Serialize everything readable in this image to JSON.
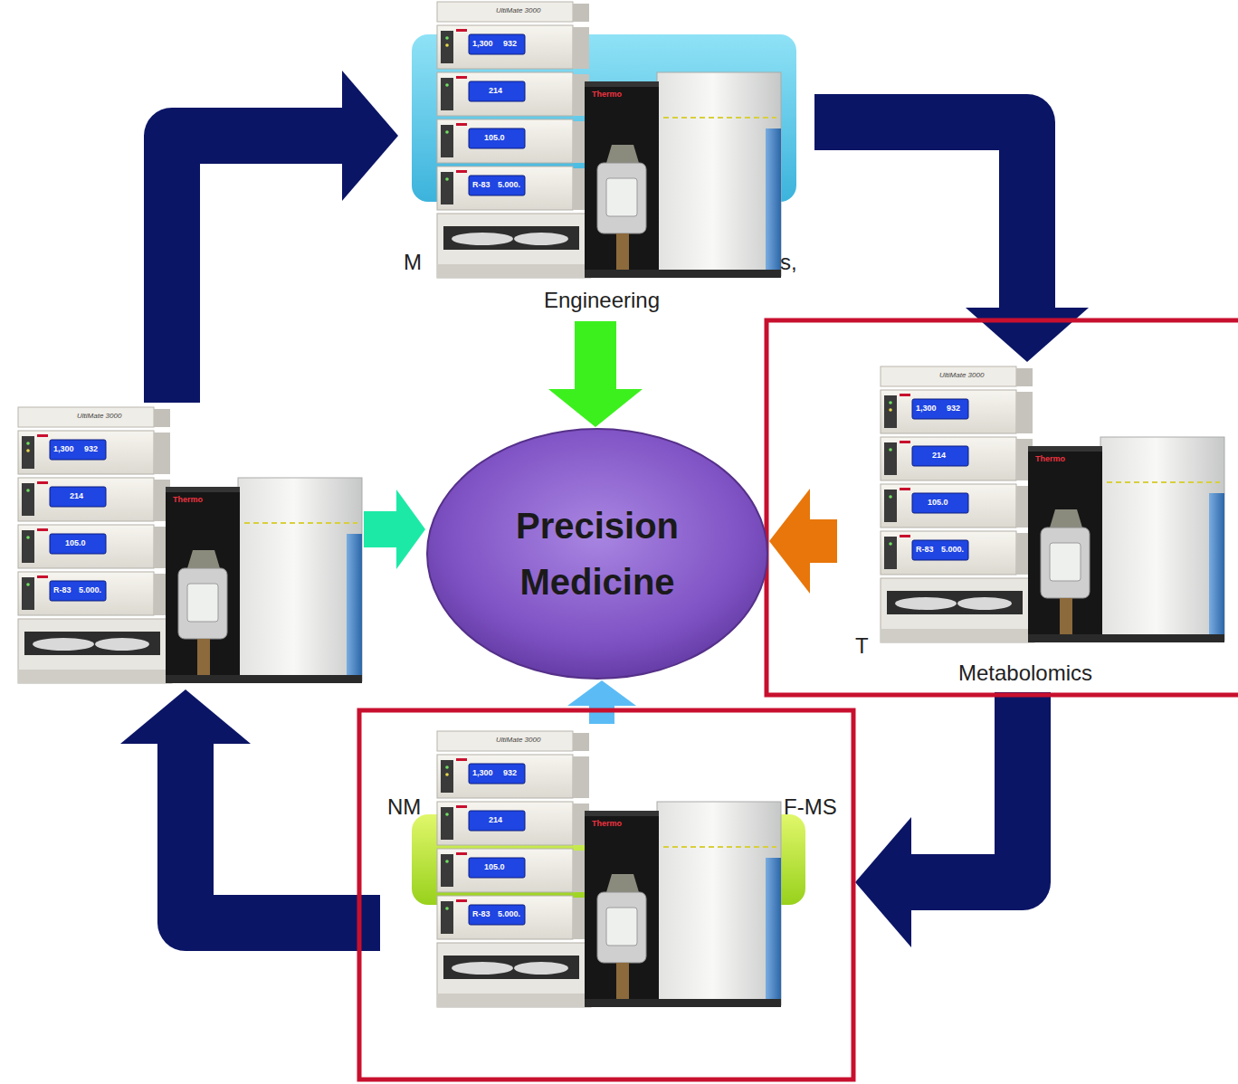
{
  "diagram": {
    "nodes": [
      {
        "text": [
          "M",
          "s,",
          "Engineering"
        ]
      },
      {
        "text": []
      },
      {
        "text": [
          "Precision Medicine"
        ]
      },
      {
        "text": [
          "T",
          "Metabolomics"
        ]
      },
      {
        "text": [
          "NM",
          "F-MS"
        ]
      }
    ],
    "edges": [
      {
        "from": 0,
        "to": 3,
        "arrow": "to"
      },
      {
        "from": 3,
        "to": 4,
        "arrow": "to"
      },
      {
        "from": 4,
        "to": 1,
        "arrow": "to"
      },
      {
        "from": 1,
        "to": 0,
        "arrow": "to"
      },
      {
        "from": 0,
        "to": 2,
        "arrow": "to"
      },
      {
        "from": 1,
        "to": 2,
        "arrow": "to"
      },
      {
        "from": 3,
        "to": 2,
        "arrow": "to"
      },
      {
        "from": 4,
        "to": 2,
        "arrow": "to"
      }
    ],
    "labels": [
      "UltiMate 3000",
      "1,300",
      "932",
      "214",
      "105.0",
      "R-83",
      "5.000.",
      "Thermo",
      "UltiMate 3000",
      "1,300",
      "932",
      "214",
      "105.0",
      "R-83",
      "5.000.",
      "Thermo",
      "UltiMate 3000",
      "1,300",
      "932",
      "214",
      "105.0",
      "R-83",
      "5.000.",
      "Thermo",
      "UltiMate 3000",
      "1,300",
      "932",
      "214",
      "105.0",
      "R-83",
      "5.000.",
      "Thermo"
    ]
  }
}
